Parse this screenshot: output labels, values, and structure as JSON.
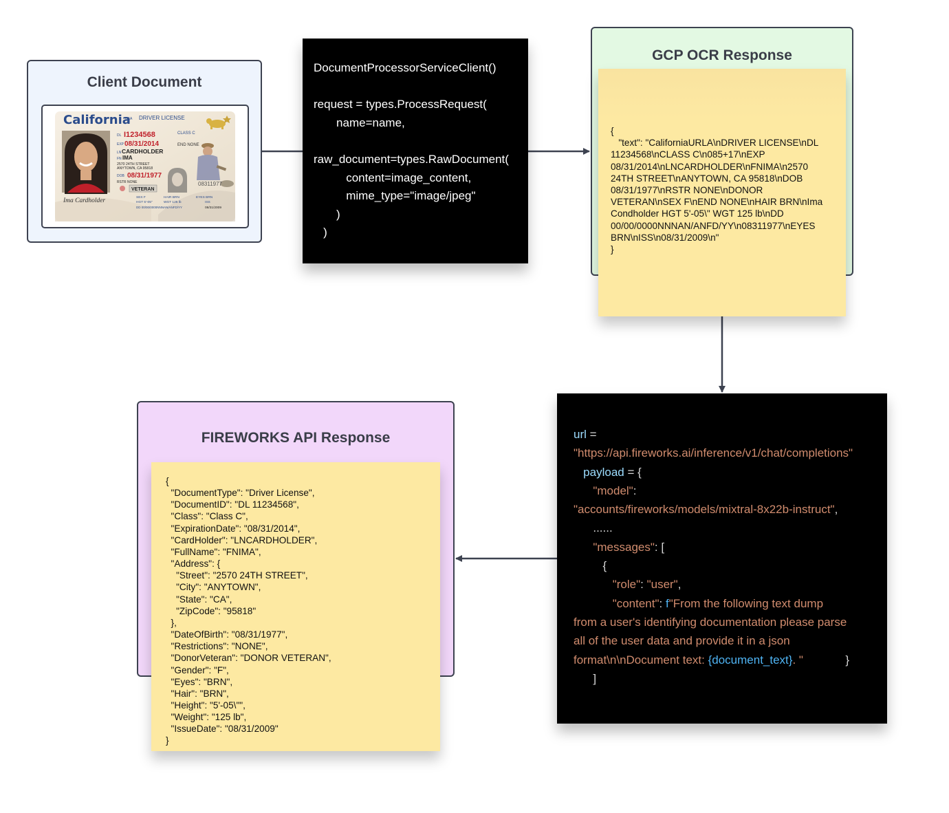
{
  "client_document": {
    "title": "Client Document",
    "license": {
      "state": "California",
      "state_small": "USA",
      "type": "DRIVER LICENSE",
      "dl_label": "DL",
      "dl_number": "I1234568",
      "class_text": "CLASS C",
      "exp_label": "EXP",
      "exp_date": "08/31/2014",
      "end_text": "END NONE",
      "ln_label": "LN",
      "last_name": "CARDHOLDER",
      "fn_label": "FN",
      "first_name": "IMA",
      "address_line1": "2570 24TH STREET",
      "address_line2": "ANYTOWN, CA 95818",
      "dob_label": "DOB",
      "dob": "08/31/1977",
      "rstr": "RSTR NONE",
      "veteran": "VETERAN",
      "serial": "08311977",
      "sex": "SEX F",
      "hair": "HAIR BRN",
      "eyes": "EYES BRN",
      "hgt": "HGT 5'-05\"",
      "wgt": "WGT 125 lb",
      "dd": "DD 00/00/0000NNNAN/ANFD/YY",
      "iss_label": "ISS",
      "iss_date": "08/31/2009",
      "signature": "Ima Cardholder"
    }
  },
  "code_request": {
    "lines": [
      "DocumentProcessorServiceClient()",
      "",
      "request = types.ProcessRequest(",
      "       name=name,",
      "",
      "raw_document=types.RawDocument(",
      "          content=image_content,",
      "          mime_type=\"image/jpeg\"",
      "       )",
      "   )"
    ]
  },
  "gcp_response": {
    "title": "GCP OCR Response",
    "text": "{\n   \"text\": \"CaliforniaURLA\\nDRIVER LICENSE\\nDL\n11234568\\nCLASS C\\n085+17\\nEXP\n08/31/2014\\nLNCARDHOLDER\\nFNIMA\\n2570\n24TH STREET\\nANYTOWN, CA 95818\\nDOB\n08/31/1977\\nRSTR NONE\\nDONOR\nVETERAN\\nSEX F\\nEND NONE\\nHAIR BRN\\nIma\nCondholder HGT 5'-05\\\" WGT 125 lb\\nDD\n00/00/0000NNNAN/ANFD/YY\\n08311977\\nEYES\nBRN\\nISS\\n08/31/2009\\n\"\n}"
  },
  "code_fireworks": {
    "url_var": "url",
    "eq": " =",
    "url_value": "\"https://api.fireworks.ai/inference/v1/chat/completions\"",
    "payload_var": "payload",
    "payload_open": " = {",
    "model_key": "\"model\"",
    "colon": ":",
    "model_value": "\"accounts/fireworks/models/mixtral-8x22b-instruct\"",
    "comma": ",",
    "ellipsis": "......",
    "messages_key": "\"messages\"",
    "messages_open": ": [",
    "brace_open": "{",
    "role_key": "\"role\"",
    "role_value": "\"user\"",
    "content_key": "\"content\"",
    "f_prefix": "f",
    "content_line1": "\"From the following text dump",
    "content_line2": "from a user's identifying documentation please parse",
    "content_line3": "all of the user data and provide it in a json",
    "content_line4": "format\\n\\nDocument text: ",
    "var_expr": "{document_text}",
    "content_end": ". \"",
    "brace_close": "}",
    "bracket_close": "]"
  },
  "fireworks_response": {
    "title": "FIREWORKS API Response",
    "text": "{\n  \"DocumentType\": \"Driver License\",\n  \"DocumentID\": \"DL 11234568\",\n  \"Class\": \"Class C\",\n  \"ExpirationDate\": \"08/31/2014\",\n  \"CardHolder\": \"LNCARDHOLDER\",\n  \"FullName\": \"FNIMA\",\n  \"Address\": {\n    \"Street\": \"2570 24TH STREET\",\n    \"City\": \"ANYTOWN\",\n    \"State\": \"CA\",\n    \"ZipCode\": \"95818\"\n  },\n  \"DateOfBirth\": \"08/31/1977\",\n  \"Restrictions\": \"NONE\",\n  \"DonorVeteran\": \"DONOR VETERAN\",\n  \"Gender\": \"F\",\n  \"Eyes\": \"BRN\",\n  \"Hair\": \"BRN\",\n  \"Height\": \"5'-05\\\"\",\n  \"Weight\": \"125 lb\",\n  \"IssueDate\": \"08/31/2009\"\n}"
  },
  "colors": {
    "client_frame_bg": "#eef4fd",
    "gcp_frame_bg": "#e3f9e3",
    "fireworks_frame_bg": "#f2d7fa",
    "sticky_note": "#fde9a2",
    "code_bg": "#000000",
    "connector": "#3d4250"
  }
}
